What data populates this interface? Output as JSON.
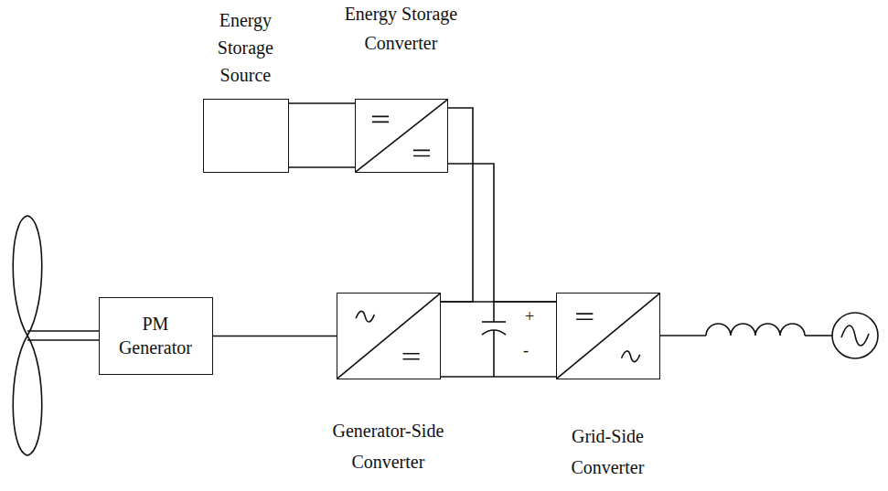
{
  "diagram": {
    "nodes": [
      {
        "text": [
          "Energy Storage Source"
        ]
      },
      {
        "text": [
          "Energy Storage Converter"
        ]
      },
      {
        "text": [
          "PM Generator"
        ]
      },
      {
        "text": [
          "Generator-Side Converter"
        ]
      },
      {
        "text": [
          "Grid-Side Converter"
        ]
      }
    ],
    "edges": [
      {
        "from": 0,
        "to": 1,
        "arrow": "none"
      },
      {
        "from": 1,
        "to": 3,
        "arrow": "none"
      },
      {
        "from": 1,
        "to": 4,
        "arrow": "none"
      },
      {
        "from": 2,
        "to": 3,
        "arrow": "none"
      },
      {
        "from": 3,
        "to": 4,
        "arrow": "none"
      }
    ],
    "labels": [
      "+",
      "-"
    ]
  }
}
